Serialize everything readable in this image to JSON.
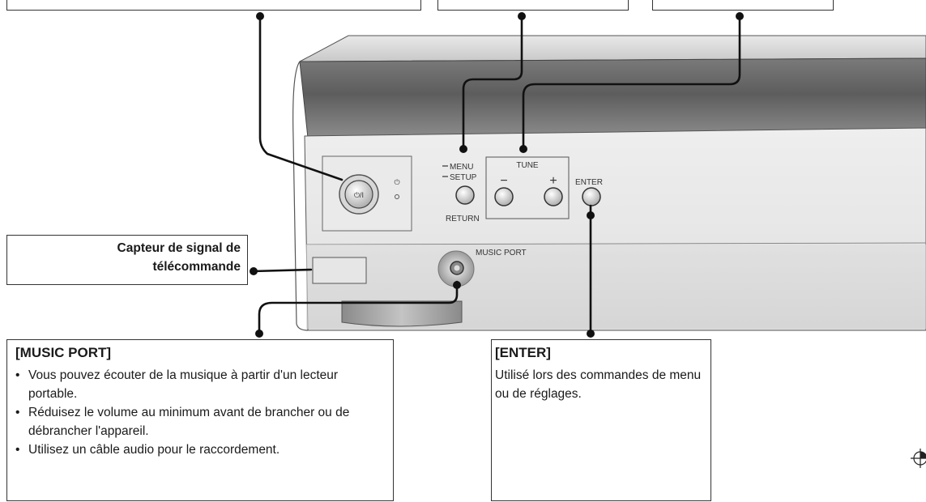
{
  "device": {
    "labels": {
      "power_button": "⏻/I",
      "menu": "MENU",
      "setup": "SETUP",
      "return": "RETURN",
      "tune": "TUNE",
      "minus": "−",
      "plus": "+",
      "enter": "ENTER",
      "music_port": "MUSIC PORT"
    }
  },
  "callouts": {
    "sensor": {
      "line1": "Capteur de signal de",
      "line2": "télécommande"
    },
    "music_port": {
      "title": "[MUSIC PORT]",
      "bullets": [
        "Vous pouvez écouter de la musique à partir d'un lecteur portable.",
        "Réduisez le  volume au minimum  avant de brancher ou de débrancher l'appareil.",
        "Utilisez un câble audio pour le raccordement."
      ]
    },
    "enter": {
      "title": "[ENTER]",
      "text": "Utilisé lors des commandes de menu ou de réglages."
    }
  }
}
